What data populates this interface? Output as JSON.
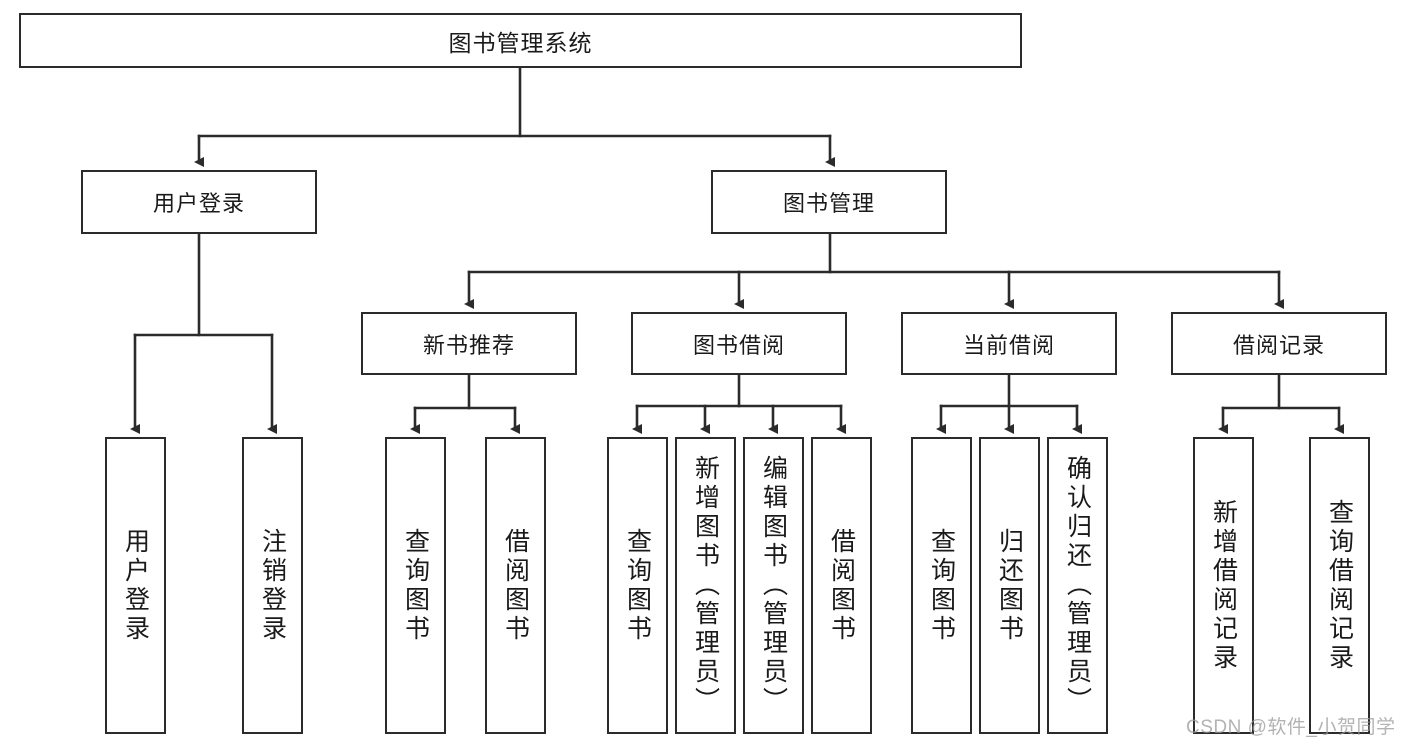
{
  "diagram": {
    "type": "tree-hierarchy-chart",
    "title": "图书管理系统",
    "orientation": "top-down",
    "line_color": "#2b2b2b",
    "box_fill": "#ffffff",
    "text_color": "#1a1a1a"
  },
  "nodes": {
    "root": {
      "label": "图书管理系统",
      "level": 1
    },
    "level2": [
      {
        "id": "user-login",
        "label": "用户登录"
      },
      {
        "id": "book-manage",
        "label": "图书管理"
      }
    ],
    "level3": [
      {
        "id": "new-book-rec",
        "label": "新书推荐",
        "parent": "book-manage"
      },
      {
        "id": "book-borrow",
        "label": "图书借阅",
        "parent": "book-manage"
      },
      {
        "id": "current-borrow",
        "label": "当前借阅",
        "parent": "book-manage"
      },
      {
        "id": "borrow-record",
        "label": "借阅记录",
        "parent": "book-manage"
      }
    ],
    "leaves": [
      {
        "id": "leaf-user-login",
        "label": "用户登录",
        "parent": "user-login"
      },
      {
        "id": "leaf-logout",
        "label": "注销登录",
        "parent": "user-login"
      },
      {
        "id": "leaf-query-book-1",
        "label": "查询图书",
        "parent": "new-book-rec"
      },
      {
        "id": "leaf-borrow-book-1",
        "label": "借阅图书",
        "parent": "new-book-rec"
      },
      {
        "id": "leaf-query-book-2",
        "label": "查询图书",
        "parent": "book-borrow"
      },
      {
        "id": "leaf-add-book",
        "label": "新增图书（管理员）",
        "parent": "book-borrow"
      },
      {
        "id": "leaf-edit-book",
        "label": "编辑图书（管理员）",
        "parent": "book-borrow"
      },
      {
        "id": "leaf-borrow-book-2",
        "label": "借阅图书",
        "parent": "book-borrow"
      },
      {
        "id": "leaf-query-book-3",
        "label": "查询图书",
        "parent": "current-borrow"
      },
      {
        "id": "leaf-return-book",
        "label": "归还图书",
        "parent": "current-borrow"
      },
      {
        "id": "leaf-confirm-return",
        "label": "确认归还（管理员）",
        "parent": "current-borrow"
      },
      {
        "id": "leaf-add-record",
        "label": "新增借阅记录",
        "parent": "borrow-record"
      },
      {
        "id": "leaf-query-record",
        "label": "查询借阅记录",
        "parent": "borrow-record"
      }
    ]
  },
  "watermark": {
    "text": "CSDN @软件_小贺同学"
  }
}
